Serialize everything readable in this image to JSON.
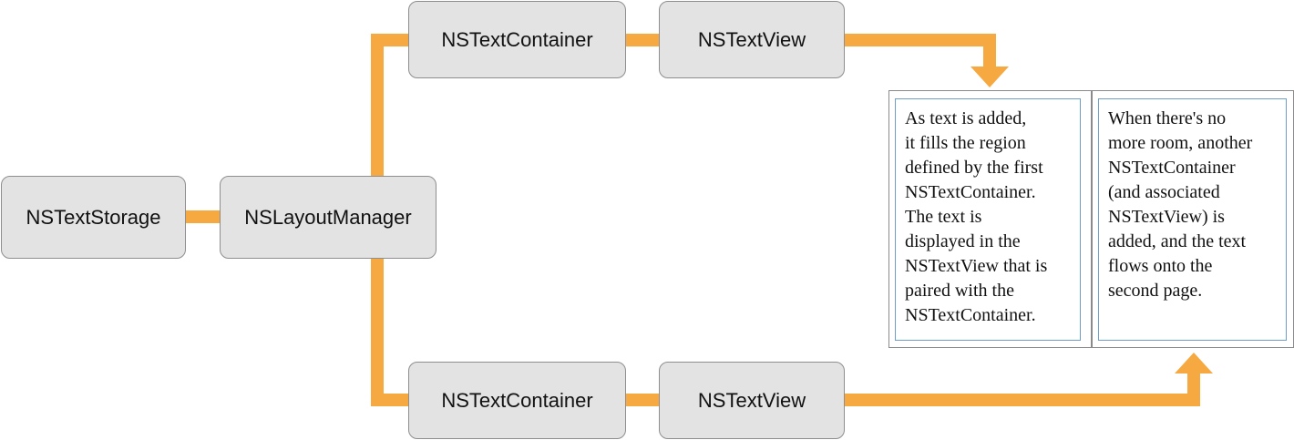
{
  "diagram": {
    "colors": {
      "connector": "#f7a941",
      "node_fill": "#e3e3e3",
      "node_border": "#8e8e8e",
      "text_region_border": "#6f9ec9",
      "page_border": "#8a8a8a"
    },
    "nodes": {
      "text_storage": "NSTextStorage",
      "layout_manager": "NSLayoutManager",
      "text_container_top": "NSTextContainer",
      "text_view_top": "NSTextView",
      "text_container_bottom": "NSTextContainer",
      "text_view_bottom": "NSTextView"
    },
    "pages": {
      "first_page_text": "As text is added,\nit fills the region\ndefined by the first\nNSTextContainer.\nThe text is\ndisplayed in the\nNSTextView that is\npaired with the\nNSTextContainer.",
      "second_page_text": "When there's no\nmore room, another\nNSTextContainer\n(and associated\nNSTextView) is\nadded, and the text\nflows onto the\nsecond page."
    }
  }
}
